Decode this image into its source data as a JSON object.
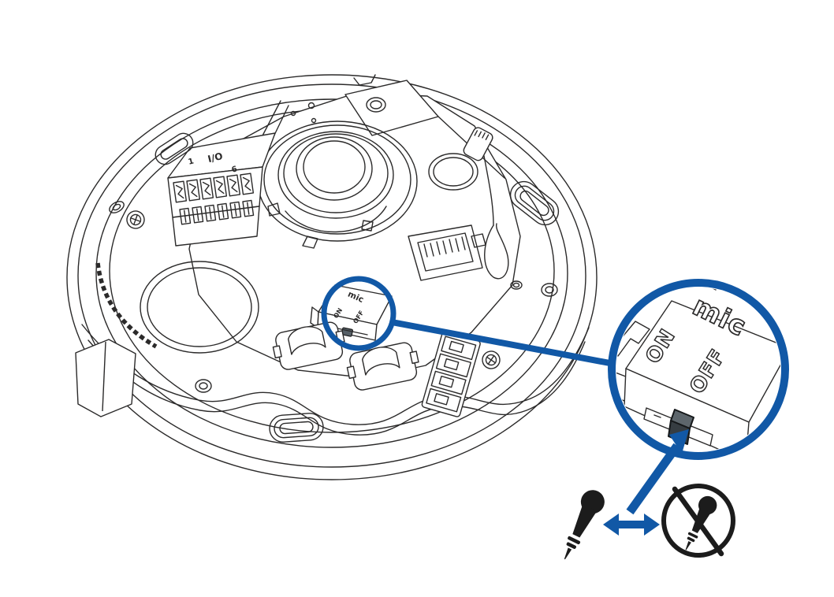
{
  "figure": {
    "kind": "technical-line-illustration",
    "subject": "Dome camera base internals with microphone ON/OFF switch callout"
  },
  "colors": {
    "line": "#2b2a2a",
    "annotation_blue": "#1158a6",
    "icon_black": "#1c1c1c",
    "switch_knob_gray": "#565f66",
    "background": "#ffffff"
  },
  "device": {
    "io_terminal": {
      "first_pin": "1",
      "label": "I/O",
      "last_pin": "6"
    },
    "mic_switch": {
      "label": "mic",
      "on": "ON",
      "off": "OFF"
    }
  },
  "callout": {
    "mic_label": "mic",
    "on_label": "ON",
    "off_label": "OFF"
  },
  "icons": {
    "mic_on": "microphone-on-icon",
    "swap": "double-headed-arrow-icon",
    "mic_off": "microphone-muted-icon"
  }
}
